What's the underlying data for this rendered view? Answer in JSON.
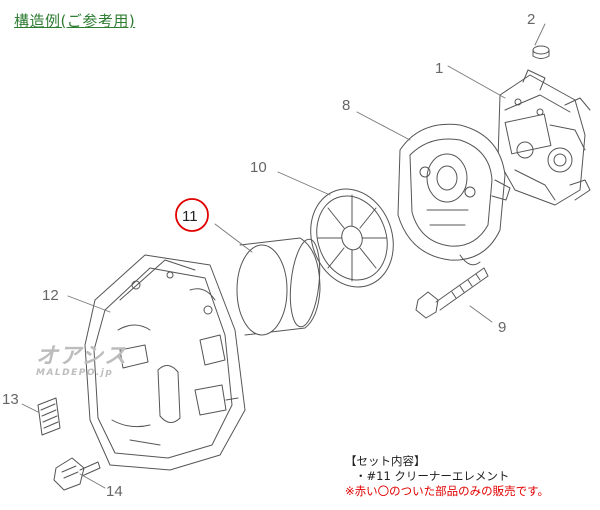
{
  "title": "構造例(ご参考用)",
  "callouts": {
    "n1": "1",
    "n2": "2",
    "n8": "8",
    "n9": "9",
    "n10": "10",
    "n11": "11",
    "n12": "12",
    "n13": "13",
    "n14": "14"
  },
  "highlight_color": "#e00000",
  "watermark": {
    "main": "オアシス",
    "sub": "MALDEPO.jp"
  },
  "set_contents": {
    "header": "【セット内容】",
    "item": "・#11 クリーナーエレメント",
    "note": "※赤い〇のついた部品のみの販売です。"
  }
}
